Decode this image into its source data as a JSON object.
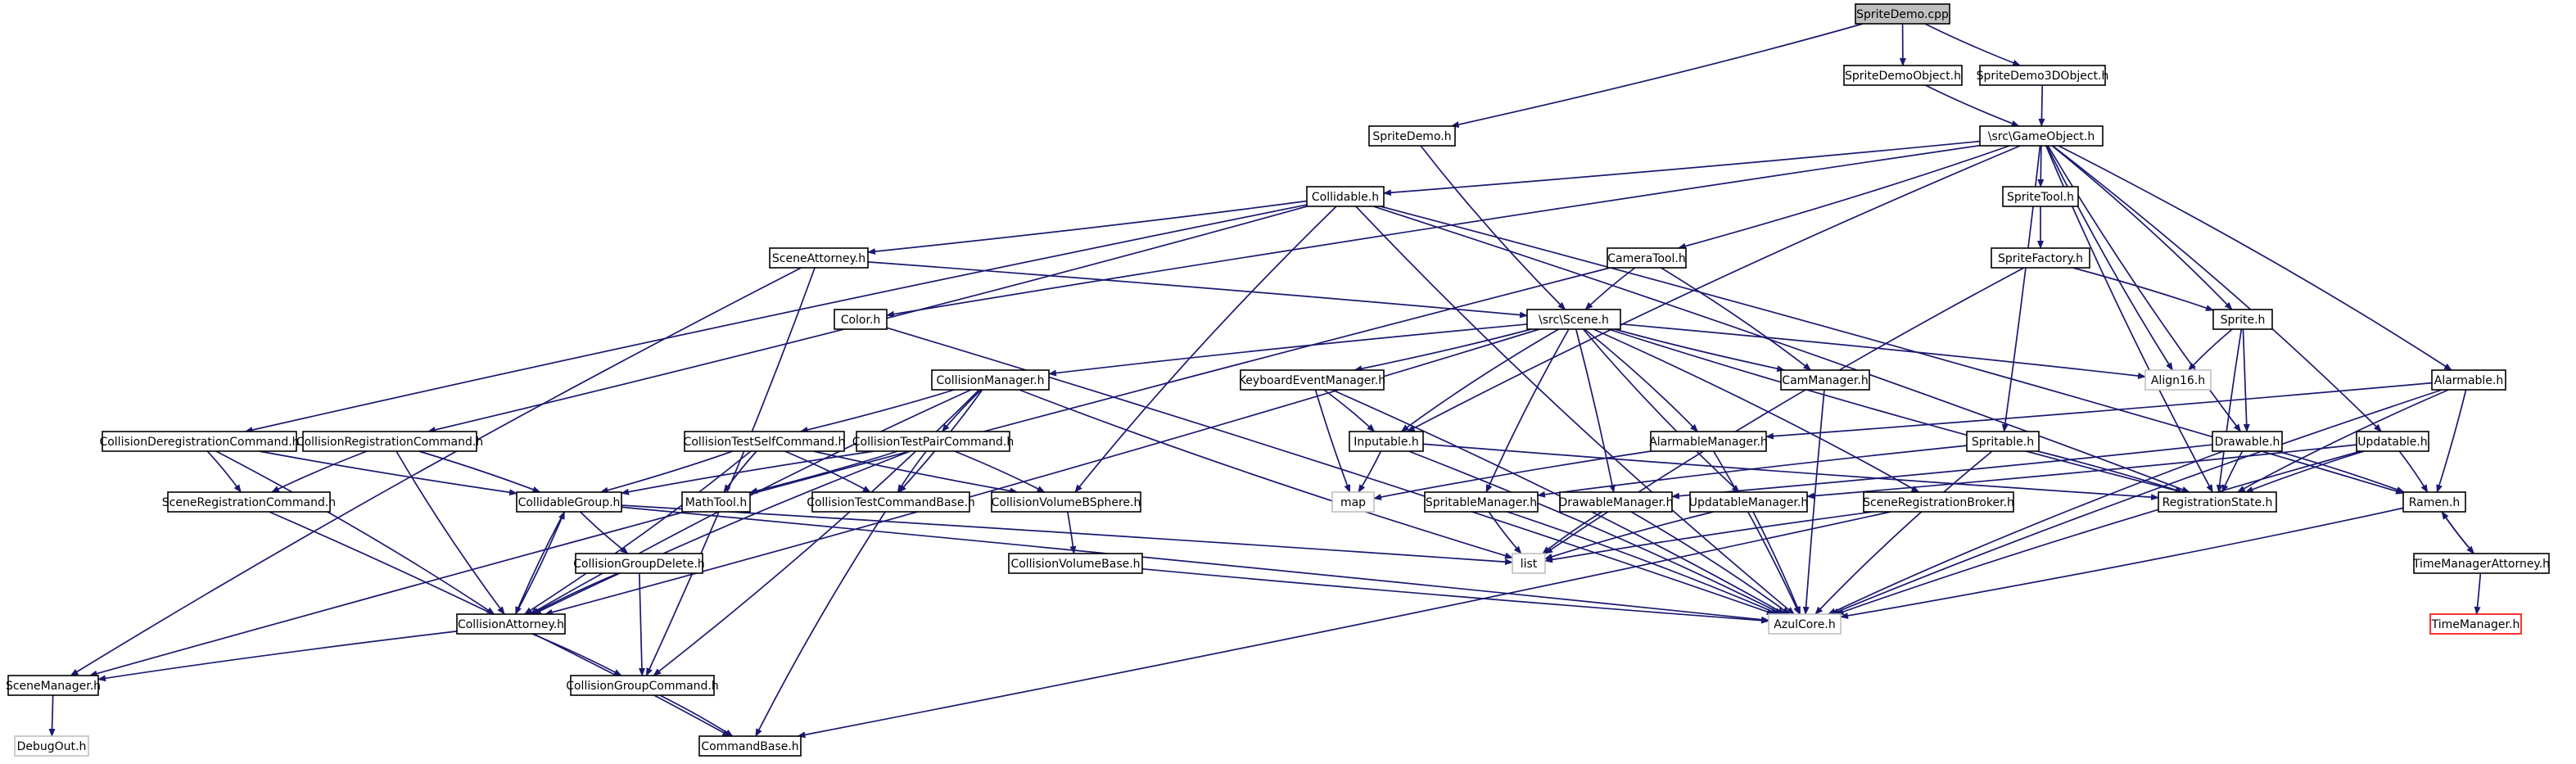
{
  "graph": {
    "edge_color": "#191970",
    "node_border_color": "#000000",
    "external_border_color": "#bfbfbf",
    "root_fill": "#bfbfbf",
    "missing_border_color": "#ff0000",
    "nodes": [
      {
        "id": "spritedemo_cpp",
        "label": "SpriteDemo.cpp",
        "kind": "root"
      },
      {
        "id": "spritedemoobject_h",
        "label": "SpriteDemoObject.h",
        "kind": "normal"
      },
      {
        "id": "spritedemo3dobject_h",
        "label": "SpriteDemo3DObject.h",
        "kind": "normal"
      },
      {
        "id": "spritedemo_h",
        "label": "SpriteDemo.h",
        "kind": "normal"
      },
      {
        "id": "gameobject_h",
        "label": "\\src\\GameObject.h",
        "kind": "normal"
      },
      {
        "id": "collidable_h",
        "label": "Collidable.h",
        "kind": "normal"
      },
      {
        "id": "spritetool_h",
        "label": "SpriteTool.h",
        "kind": "normal"
      },
      {
        "id": "sceneattorney_h",
        "label": "SceneAttorney.h",
        "kind": "normal"
      },
      {
        "id": "cameratool_h",
        "label": "CameraTool.h",
        "kind": "normal"
      },
      {
        "id": "spritefactory_h",
        "label": "SpriteFactory.h",
        "kind": "normal"
      },
      {
        "id": "color_h",
        "label": "Color.h",
        "kind": "normal"
      },
      {
        "id": "scene_h",
        "label": "\\src\\Scene.h",
        "kind": "normal"
      },
      {
        "id": "sprite_h",
        "label": "Sprite.h",
        "kind": "normal"
      },
      {
        "id": "collisionmanager_h",
        "label": "CollisionManager.h",
        "kind": "normal"
      },
      {
        "id": "keyboardeventmanager_h",
        "label": "KeyboardEventManager.h",
        "kind": "normal"
      },
      {
        "id": "cammanager_h",
        "label": "CamManager.h",
        "kind": "normal"
      },
      {
        "id": "align16_h",
        "label": "Align16.h",
        "kind": "external"
      },
      {
        "id": "alarmable_h",
        "label": "Alarmable.h",
        "kind": "normal"
      },
      {
        "id": "collisionderegistrationcommand_h",
        "label": "CollisionDeregistrationCommand.h",
        "kind": "normal"
      },
      {
        "id": "collisionregistrationcommand_h",
        "label": "CollisionRegistrationCommand.h",
        "kind": "normal"
      },
      {
        "id": "collisiontestselfcommand_h",
        "label": "CollisionTestSelfCommand.h",
        "kind": "normal"
      },
      {
        "id": "collisiontestpaircommand_h",
        "label": "CollisionTestPairCommand.h",
        "kind": "normal"
      },
      {
        "id": "inputable_h",
        "label": "Inputable.h",
        "kind": "normal"
      },
      {
        "id": "alarmablemanager_h",
        "label": "AlarmableManager.h",
        "kind": "normal"
      },
      {
        "id": "spritable_h",
        "label": "Spritable.h",
        "kind": "normal"
      },
      {
        "id": "drawable_h",
        "label": "Drawable.h",
        "kind": "normal"
      },
      {
        "id": "updatable_h",
        "label": "Updatable.h",
        "kind": "normal"
      },
      {
        "id": "sceneregistrationcommand_h",
        "label": "SceneRegistrationCommand.h",
        "kind": "normal"
      },
      {
        "id": "collidablegroup_h",
        "label": "CollidableGroup.h",
        "kind": "normal"
      },
      {
        "id": "mathtool_h",
        "label": "MathTool.h",
        "kind": "normal"
      },
      {
        "id": "collisiontestcommandbase_h",
        "label": "CollisionTestCommandBase.h",
        "kind": "normal"
      },
      {
        "id": "collisionvolumebsphere_h",
        "label": "CollisionVolumeBSphere.h",
        "kind": "normal"
      },
      {
        "id": "map",
        "label": "map",
        "kind": "external"
      },
      {
        "id": "spritablemanager_h",
        "label": "SpritableManager.h",
        "kind": "normal"
      },
      {
        "id": "drawablemanager_h",
        "label": "DrawableManager.h",
        "kind": "normal"
      },
      {
        "id": "updatablemanager_h",
        "label": "UpdatableManager.h",
        "kind": "normal"
      },
      {
        "id": "sceneregistrationbroker_h",
        "label": "SceneRegistrationBroker.h",
        "kind": "normal"
      },
      {
        "id": "registrationstate_h",
        "label": "RegistrationState.h",
        "kind": "normal"
      },
      {
        "id": "ramen_h",
        "label": "Ramen.h",
        "kind": "normal"
      },
      {
        "id": "collisiongroupdelete_h",
        "label": "CollisionGroupDelete.h",
        "kind": "normal"
      },
      {
        "id": "collisionvolumebase_h",
        "label": "CollisionVolumeBase.h",
        "kind": "normal"
      },
      {
        "id": "list",
        "label": "list",
        "kind": "external"
      },
      {
        "id": "timemanagerattorney_h",
        "label": "TimeManagerAttorney.h",
        "kind": "normal"
      },
      {
        "id": "collisionattorney_h",
        "label": "CollisionAttorney.h",
        "kind": "normal"
      },
      {
        "id": "azulcore_h",
        "label": "AzulCore.h",
        "kind": "external"
      },
      {
        "id": "timemanager_h",
        "label": "TimeManager.h",
        "kind": "missing"
      },
      {
        "id": "scenemanager_h",
        "label": "SceneManager.h",
        "kind": "normal"
      },
      {
        "id": "collisiongroupcommand_h",
        "label": "CollisionGroupCommand.h",
        "kind": "normal"
      },
      {
        "id": "debugout_h",
        "label": "DebugOut.h",
        "kind": "external"
      },
      {
        "id": "commandbase_h",
        "label": "CommandBase.h",
        "kind": "normal"
      }
    ],
    "edges": [
      [
        "spritedemo_cpp",
        "spritedemoobject_h"
      ],
      [
        "spritedemo_cpp",
        "spritedemo3dobject_h"
      ],
      [
        "spritedemo_cpp",
        "spritedemo_h"
      ],
      [
        "spritedemoobject_h",
        "gameobject_h"
      ],
      [
        "spritedemo3dobject_h",
        "gameobject_h"
      ],
      [
        "spritedemo_h",
        "scene_h"
      ],
      [
        "gameobject_h",
        "collidable_h"
      ],
      [
        "gameobject_h",
        "spritetool_h"
      ],
      [
        "gameobject_h",
        "cameratool_h"
      ],
      [
        "gameobject_h",
        "color_h"
      ],
      [
        "gameobject_h",
        "sprite_h"
      ],
      [
        "gameobject_h",
        "align16_h"
      ],
      [
        "gameobject_h",
        "alarmable_h"
      ],
      [
        "gameobject_h",
        "inputable_h"
      ],
      [
        "gameobject_h",
        "spritable_h"
      ],
      [
        "gameobject_h",
        "drawable_h"
      ],
      [
        "gameobject_h",
        "updatable_h"
      ],
      [
        "gameobject_h",
        "registrationstate_h"
      ],
      [
        "collidable_h",
        "sceneattorney_h"
      ],
      [
        "collidable_h",
        "collisionderegistrationcommand_h"
      ],
      [
        "collidable_h",
        "collisionregistrationcommand_h"
      ],
      [
        "collidable_h",
        "collisionvolumebsphere_h"
      ],
      [
        "collidable_h",
        "registrationstate_h"
      ],
      [
        "collidable_h",
        "azulcore_h"
      ],
      [
        "collidable_h",
        "ramen_h"
      ],
      [
        "spritetool_h",
        "spritefactory_h"
      ],
      [
        "spritefactory_h",
        "sprite_h"
      ],
      [
        "spritefactory_h",
        "list"
      ],
      [
        "sceneattorney_h",
        "scene_h"
      ],
      [
        "sceneattorney_h",
        "scenemanager_h"
      ],
      [
        "sceneattorney_h",
        "collisiongroupcommand_h"
      ],
      [
        "cameratool_h",
        "scene_h"
      ],
      [
        "cameratool_h",
        "cammanager_h"
      ],
      [
        "cameratool_h",
        "scenemanager_h"
      ],
      [
        "color_h",
        "azulcore_h"
      ],
      [
        "scene_h",
        "collisionmanager_h"
      ],
      [
        "scene_h",
        "keyboardeventmanager_h"
      ],
      [
        "scene_h",
        "cammanager_h"
      ],
      [
        "scene_h",
        "align16_h"
      ],
      [
        "scene_h",
        "inputable_h"
      ],
      [
        "scene_h",
        "alarmablemanager_h"
      ],
      [
        "scene_h",
        "spritablemanager_h"
      ],
      [
        "scene_h",
        "drawablemanager_h"
      ],
      [
        "scene_h",
        "updatablemanager_h"
      ],
      [
        "scene_h",
        "sceneregistrationbroker_h"
      ],
      [
        "scene_h",
        "registrationstate_h"
      ],
      [
        "scene_h",
        "collisionattorney_h"
      ],
      [
        "sprite_h",
        "align16_h"
      ],
      [
        "sprite_h",
        "drawable_h"
      ],
      [
        "sprite_h",
        "registrationstate_h"
      ],
      [
        "collisionmanager_h",
        "collisiontestselfcommand_h"
      ],
      [
        "collisionmanager_h",
        "collisiontestpaircommand_h"
      ],
      [
        "collisionmanager_h",
        "collisiontestcommandbase_h"
      ],
      [
        "collisionmanager_h",
        "list"
      ],
      [
        "collisionmanager_h",
        "collisiongroupcommand_h"
      ],
      [
        "collisionmanager_h",
        "collisionattorney_h"
      ],
      [
        "keyboardeventmanager_h",
        "inputable_h"
      ],
      [
        "keyboardeventmanager_h",
        "map"
      ],
      [
        "keyboardeventmanager_h",
        "azulcore_h"
      ],
      [
        "cammanager_h",
        "azulcore_h"
      ],
      [
        "alarmable_h",
        "alarmablemanager_h"
      ],
      [
        "alarmable_h",
        "registrationstate_h"
      ],
      [
        "alarmable_h",
        "ramen_h"
      ],
      [
        "alarmable_h",
        "azulcore_h"
      ],
      [
        "collisionderegistrationcommand_h",
        "sceneregistrationcommand_h"
      ],
      [
        "collisionderegistrationcommand_h",
        "collidablegroup_h"
      ],
      [
        "collisionderegistrationcommand_h",
        "collisionattorney_h"
      ],
      [
        "collisionregistrationcommand_h",
        "sceneregistrationcommand_h"
      ],
      [
        "collisionregistrationcommand_h",
        "collidablegroup_h"
      ],
      [
        "collisionregistrationcommand_h",
        "collisionattorney_h"
      ],
      [
        "collisiontestselfcommand_h",
        "collidablegroup_h"
      ],
      [
        "collisiontestselfcommand_h",
        "mathtool_h"
      ],
      [
        "collisiontestselfcommand_h",
        "collisiontestcommandbase_h"
      ],
      [
        "collisiontestselfcommand_h",
        "collisionvolumebsphere_h"
      ],
      [
        "collisiontestselfcommand_h",
        "collisionattorney_h"
      ],
      [
        "collisiontestpaircommand_h",
        "collidablegroup_h"
      ],
      [
        "collisiontestpaircommand_h",
        "mathtool_h"
      ],
      [
        "collisiontestpaircommand_h",
        "collisiontestcommandbase_h"
      ],
      [
        "collisiontestpaircommand_h",
        "collisionvolumebsphere_h"
      ],
      [
        "collisiontestpaircommand_h",
        "collisionattorney_h"
      ],
      [
        "inputable_h",
        "map"
      ],
      [
        "inputable_h",
        "registrationstate_h"
      ],
      [
        "inputable_h",
        "azulcore_h"
      ],
      [
        "alarmablemanager_h",
        "map"
      ],
      [
        "alarmablemanager_h",
        "azulcore_h"
      ],
      [
        "spritable_h",
        "spritablemanager_h"
      ],
      [
        "spritable_h",
        "registrationstate_h"
      ],
      [
        "spritable_h",
        "azulcore_h"
      ],
      [
        "drawable_h",
        "drawablemanager_h"
      ],
      [
        "drawable_h",
        "registrationstate_h"
      ],
      [
        "drawable_h",
        "ramen_h"
      ],
      [
        "drawable_h",
        "azulcore_h"
      ],
      [
        "updatable_h",
        "updatablemanager_h"
      ],
      [
        "updatable_h",
        "registrationstate_h"
      ],
      [
        "updatable_h",
        "ramen_h"
      ],
      [
        "updatable_h",
        "azulcore_h"
      ],
      [
        "sceneregistrationcommand_h",
        "commandbase_h"
      ],
      [
        "collidablegroup_h",
        "collisiongroupdelete_h"
      ],
      [
        "collidablegroup_h",
        "list"
      ],
      [
        "collidablegroup_h",
        "collisionattorney_h"
      ],
      [
        "collidablegroup_h",
        "azulcore_h"
      ],
      [
        "collisiontestcommandbase_h",
        "commandbase_h"
      ],
      [
        "collisionvolumebsphere_h",
        "collisionvolumebase_h"
      ],
      [
        "spritablemanager_h",
        "list"
      ],
      [
        "spritablemanager_h",
        "azulcore_h"
      ],
      [
        "drawablemanager_h",
        "list"
      ],
      [
        "drawablemanager_h",
        "azulcore_h"
      ],
      [
        "updatablemanager_h",
        "list"
      ],
      [
        "updatablemanager_h",
        "azulcore_h"
      ],
      [
        "sceneregistrationbroker_h",
        "list"
      ],
      [
        "sceneregistrationbroker_h",
        "commandbase_h"
      ],
      [
        "ramen_h",
        "timemanagerattorney_h"
      ],
      [
        "ramen_h",
        "azulcore_h"
      ],
      [
        "timemanagerattorney_h",
        "ramen_h"
      ],
      [
        "timemanagerattorney_h",
        "timemanager_h"
      ],
      [
        "collisiongroupdelete_h",
        "collisionattorney_h"
      ],
      [
        "collisiongroupdelete_h",
        "collisiongroupcommand_h"
      ],
      [
        "collisionvolumebase_h",
        "azulcore_h"
      ],
      [
        "collisionattorney_h",
        "collidablegroup_h"
      ],
      [
        "collisionattorney_h",
        "scenemanager_h"
      ],
      [
        "collisionattorney_h",
        "collisiongroupcommand_h"
      ],
      [
        "scenemanager_h",
        "debugout_h"
      ],
      [
        "collisiongroupcommand_h",
        "commandbase_h"
      ]
    ]
  }
}
